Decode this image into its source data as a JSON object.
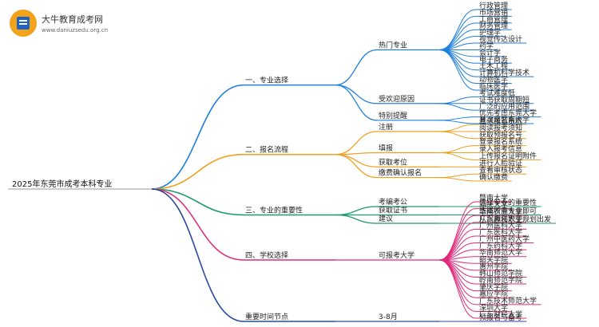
{
  "logo": {
    "name": "大牛教育成考网",
    "url": "www.daniuzsedu.org.cn"
  },
  "colors": {
    "blue": "#1e7fe0",
    "orange": "#f0a020",
    "green": "#1a9a6a",
    "pink": "#e02a7a",
    "navy": "#2a4aa0"
  },
  "root": "2025年东莞市成考本科专业",
  "branches": [
    {
      "label": "一、专业选择",
      "color": "blue",
      "groups": [
        {
          "label": "热门专业",
          "items": [
            "行政管理",
            "市场营销",
            "工商管理",
            "财务管理",
            "护理学",
            "视觉传达设计",
            "药学",
            "会计学",
            "电子商务",
            "土木工程",
            "计算机科学技术",
            "动物医学",
            "临床医学"
          ]
        },
        {
          "label": "受欢迎原因",
          "items": [
            "考试难度低",
            "证书获取周期短",
            "广泛的应用范围"
          ]
        },
        {
          "label": "特别提醒",
          "items": [
            "优先考虑东莞大学",
            "其次是暨南大学"
          ]
        }
      ]
    },
    {
      "label": "二、报名流程",
      "color": "orange",
      "groups": [
        {
          "label": "注册",
          "items": [
            "登录报名系统",
            "阅读报考须知",
            "获取预报名号"
          ]
        },
        {
          "label": "填报",
          "items": [
            "登录报名系统",
            "录入报考信息",
            "上传报名证明附件"
          ]
        },
        {
          "label": "获取考位",
          "items": [
            "进行人脸验证"
          ]
        },
        {
          "label": "缴费确认报名",
          "items": [
            "查看审核状态",
            "确认缴费"
          ]
        }
      ]
    },
    {
      "label": "三、专业的重要性",
      "color": "green",
      "groups": [
        {
          "label": "考编考公",
          "items": [
            "选择专业的重要性"
          ]
        },
        {
          "label": "获取证书",
          "items": [
            "选择所需专业即可"
          ]
        },
        {
          "label": "建议",
          "items": [
            "从兴趣和职业规划出发"
          ]
        }
      ]
    },
    {
      "label": "四、学校选择",
      "color": "pink",
      "groups": [
        {
          "label": "可报考大学",
          "items": [
            "暨南大学",
            "汕头大学",
            "华南农业大学",
            "广东海洋大学",
            "广州医科大学",
            "广东医科大学",
            "广州中医药大学",
            "广东药科大学",
            "华南师范大学",
            "韶关学院",
            "惠州学院",
            "韩山师范学院",
            "岭南师范学院",
            "肇庆学院",
            "嘉应学院",
            "广东技术师范大学",
            "深圳大学",
            "广东财经大学"
          ]
        }
      ]
    },
    {
      "label": "重要时间节点",
      "color": "navy",
      "groups": [
        {
          "label": "3-8月",
          "items": [
            "预报名与备考"
          ]
        }
      ]
    }
  ]
}
